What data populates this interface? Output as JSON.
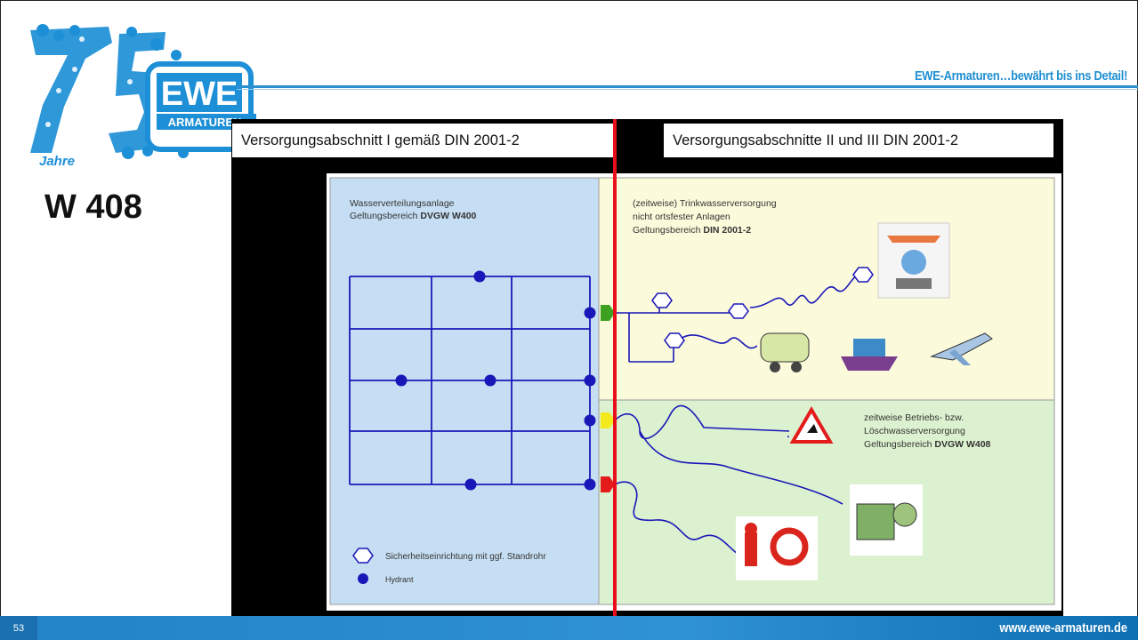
{
  "header": {
    "logo_alt": "EWE Armaturen 75 Jahre logo",
    "logo_word": "EWE",
    "logo_sub": "ARMATUREN",
    "logo_years": "Jahre",
    "tagline": "EWE-Armaturen…bewährt bis ins Detail!"
  },
  "slide": {
    "title": "W 408",
    "tab_left": "Versorgungsabschnitt I gemäß DIN 2001-2",
    "tab_right": "Versorgungsabschnitte II und III DIN 2001-2"
  },
  "diagram": {
    "left_zone": {
      "line1": "Wasserverteilungsanlage",
      "line2_prefix": "Geltungsbereich ",
      "line2_bold": "DVGW W400"
    },
    "right_top_zone": {
      "line1": "(zeitweise) Trinkwasserversorgung",
      "line2": "nicht ortsfester Anlagen",
      "line3_prefix": "Geltungsbereich ",
      "line3_bold": "DIN 2001-2"
    },
    "right_bottom_zone": {
      "line1": "zeitweise Betriebs- bzw.",
      "line2": "Löschwasserversorgung",
      "line3_prefix": "Geltungsbereich ",
      "line3_bold": "DVGW W408"
    },
    "legend": {
      "hexagon": "Sicherheitseinrichtung mit ggf. Standrohr",
      "dot": "Hydrant"
    },
    "colors": {
      "left_zone": "#c6def3",
      "top_right_zone": "#fbfadb",
      "bottom_right_zone": "#dcf1cf",
      "pipe": "#1a17b8",
      "divider": "#e8101a",
      "connector_green": "#3ca021",
      "connector_yellow": "#f3ea1d",
      "connector_red": "#e31b1b"
    },
    "pictograms": [
      "fairground-ride-icon",
      "caravan-icon",
      "ship-icon",
      "airplane-icon",
      "roadworks-sign-icon",
      "street-cleaner-icon",
      "fire-hydrant-hose-icon"
    ]
  },
  "footer": {
    "page_number": "53",
    "url": "www.ewe-armaturen.de"
  }
}
